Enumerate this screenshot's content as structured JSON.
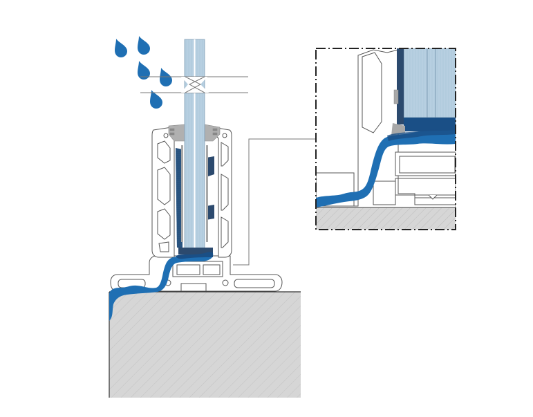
{
  "figure": {
    "description_visible_text": "",
    "colors": {
      "water": "#1f6fb3",
      "water_dark": "#1a4f86",
      "glass": "#b8cfe0",
      "glass_edge": "#7f9db5",
      "gasket": "#2c4a6e",
      "profile": "#ffffff",
      "profile_line": "#555555",
      "concrete": "#d4d4d4",
      "hatch": "#bdbdbd",
      "detail_border": "#222222",
      "seal_grey": "#a8a8a8"
    },
    "icons": [
      "raindrop-icon"
    ],
    "parts": [
      "raindrops",
      "glass-panel",
      "aluminium-base-shoe",
      "rubber-gaskets",
      "water-ingress",
      "concrete-slab",
      "detail-callout"
    ]
  }
}
